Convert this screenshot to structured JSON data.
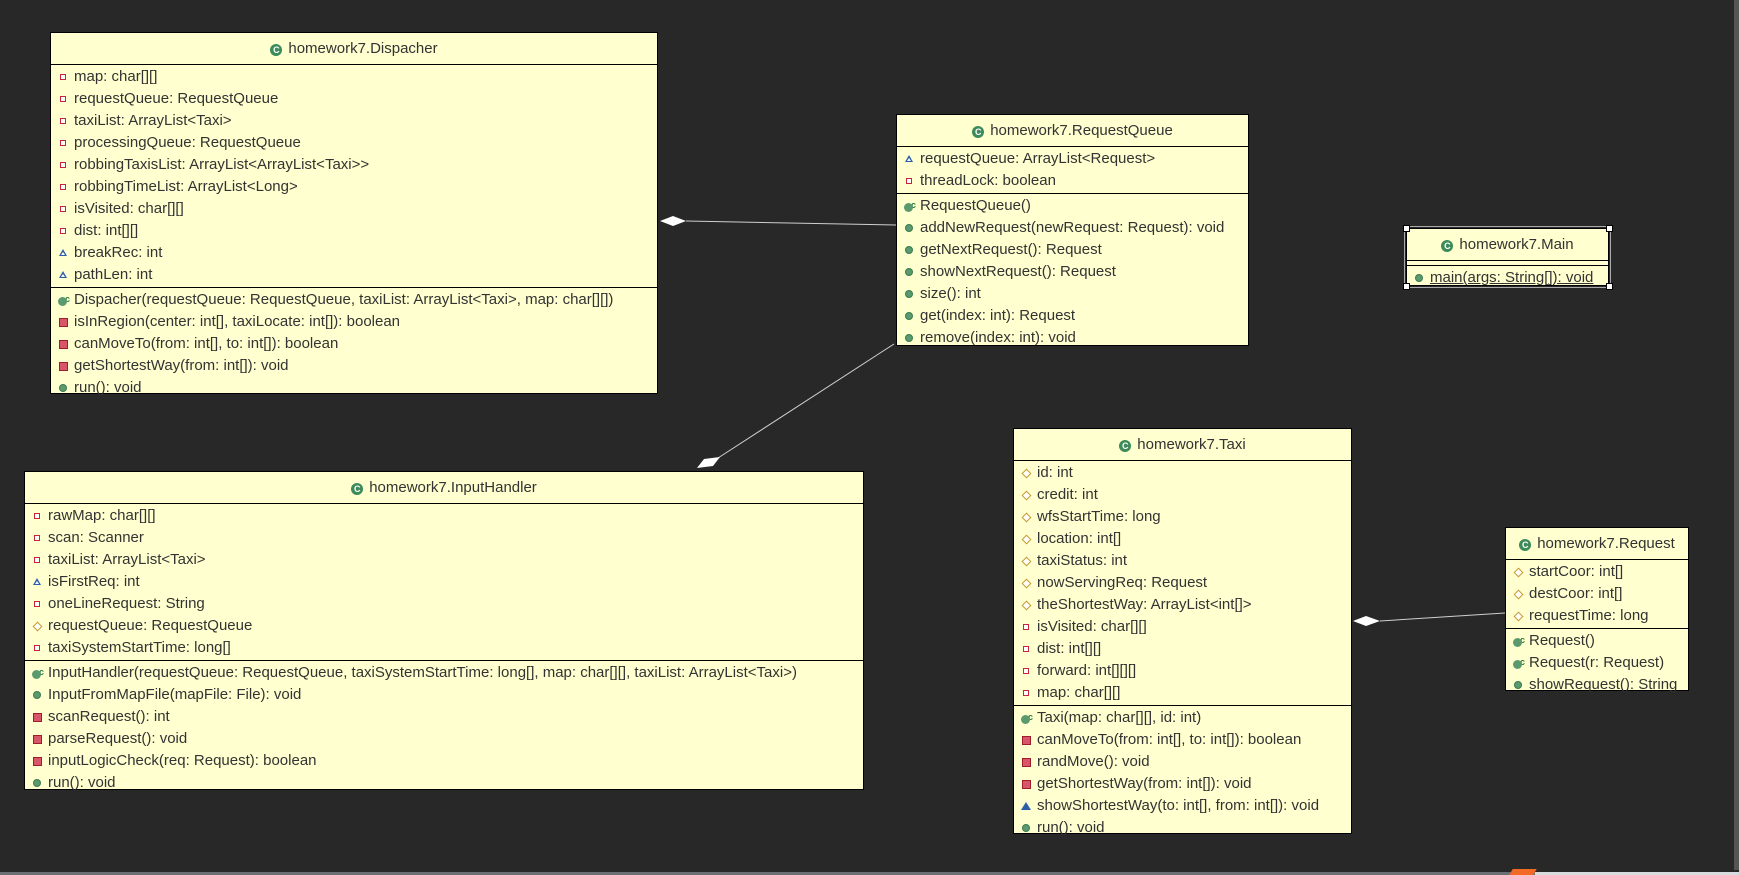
{
  "classes": [
    {
      "id": "c-disp",
      "key": "dispacher",
      "name": "homework7.Dispacher",
      "attributes": [
        {
          "vis": "priv-field",
          "text": "map: char[][]"
        },
        {
          "vis": "priv-field",
          "text": "requestQueue: RequestQueue"
        },
        {
          "vis": "priv-field",
          "text": "taxiList: ArrayList<Taxi>"
        },
        {
          "vis": "priv-field",
          "text": "processingQueue: RequestQueue"
        },
        {
          "vis": "priv-field",
          "text": "robbingTaxisList: ArrayList<ArrayList<Taxi>>"
        },
        {
          "vis": "priv-field",
          "text": "robbingTimeList: ArrayList<Long>"
        },
        {
          "vis": "priv-field",
          "text": "isVisited: char[][]"
        },
        {
          "vis": "priv-field",
          "text": "dist: int[][]"
        },
        {
          "vis": "pkg-field",
          "text": "breakRec: int"
        },
        {
          "vis": "pkg-field",
          "text": "pathLen: int"
        }
      ],
      "methods": [
        {
          "vis": "ctor",
          "text": "Dispacher(requestQueue: RequestQueue, taxiList: ArrayList<Taxi>, map: char[][])"
        },
        {
          "vis": "priv-method",
          "text": "isInRegion(center: int[], taxiLocate: int[]): boolean"
        },
        {
          "vis": "priv-method",
          "text": "canMoveTo(from: int[], to: int[]): boolean"
        },
        {
          "vis": "priv-method",
          "text": "getShortestWay(from: int[]): void"
        },
        {
          "vis": "public",
          "text": "run(): void"
        }
      ]
    },
    {
      "id": "c-rq",
      "key": "request-queue",
      "name": "homework7.RequestQueue",
      "attributes": [
        {
          "vis": "pkg-field",
          "text": "requestQueue: ArrayList<Request>"
        },
        {
          "vis": "priv-field",
          "text": "threadLock: boolean"
        }
      ],
      "methods": [
        {
          "vis": "ctor",
          "text": "RequestQueue()"
        },
        {
          "vis": "public",
          "text": "addNewRequest(newRequest: Request): void"
        },
        {
          "vis": "public",
          "text": "getNextRequest(): Request"
        },
        {
          "vis": "public",
          "text": "showNextRequest(): Request"
        },
        {
          "vis": "public",
          "text": "size(): int"
        },
        {
          "vis": "public",
          "text": "get(index: int): Request"
        },
        {
          "vis": "public",
          "text": "remove(index: int): void"
        }
      ]
    },
    {
      "id": "c-main",
      "key": "main",
      "name": "homework7.Main",
      "selected": true,
      "attributes": [],
      "methods": [
        {
          "vis": "public",
          "text": "main(args: String[]): void",
          "static": true
        }
      ]
    },
    {
      "id": "c-ih",
      "key": "input-handler",
      "name": "homework7.InputHandler",
      "attributes": [
        {
          "vis": "priv-field",
          "text": "rawMap: char[][]"
        },
        {
          "vis": "priv-field",
          "text": "scan: Scanner"
        },
        {
          "vis": "priv-field",
          "text": "taxiList: ArrayList<Taxi>"
        },
        {
          "vis": "pkg-field",
          "text": "isFirstReq: int"
        },
        {
          "vis": "priv-field",
          "text": "oneLineRequest: String"
        },
        {
          "vis": "prot-field",
          "text": "requestQueue: RequestQueue"
        },
        {
          "vis": "priv-field",
          "text": "taxiSystemStartTime: long[]"
        }
      ],
      "methods": [
        {
          "vis": "ctor",
          "text": "InputHandler(requestQueue: RequestQueue, taxiSystemStartTime: long[], map: char[][], taxiList: ArrayList<Taxi>)"
        },
        {
          "vis": "public",
          "text": "InputFromMapFile(mapFile: File): void"
        },
        {
          "vis": "priv-method",
          "text": "scanRequest(): int"
        },
        {
          "vis": "priv-method",
          "text": "parseRequest(): void"
        },
        {
          "vis": "priv-method",
          "text": "inputLogicCheck(req: Request): boolean"
        },
        {
          "vis": "public",
          "text": "run(): void"
        }
      ]
    },
    {
      "id": "c-taxi",
      "key": "taxi",
      "name": "homework7.Taxi",
      "attributes": [
        {
          "vis": "prot-field",
          "text": "id: int"
        },
        {
          "vis": "prot-field",
          "text": "credit: int"
        },
        {
          "vis": "prot-field",
          "text": "wfsStartTime: long"
        },
        {
          "vis": "prot-field",
          "text": "location: int[]"
        },
        {
          "vis": "prot-field",
          "text": "taxiStatus: int"
        },
        {
          "vis": "prot-field",
          "text": "nowServingReq: Request"
        },
        {
          "vis": "prot-field",
          "text": "theShortestWay: ArrayList<int[]>"
        },
        {
          "vis": "priv-field",
          "text": "isVisited: char[][]"
        },
        {
          "vis": "priv-field",
          "text": "dist: int[][]"
        },
        {
          "vis": "priv-field",
          "text": "forward: int[][][]"
        },
        {
          "vis": "priv-field",
          "text": "map: char[][]"
        }
      ],
      "methods": [
        {
          "vis": "ctor",
          "text": "Taxi(map: char[][], id: int)"
        },
        {
          "vis": "priv-method",
          "text": "canMoveTo(from: int[], to: int[]): boolean"
        },
        {
          "vis": "priv-method",
          "text": "randMove(): void"
        },
        {
          "vis": "priv-method",
          "text": "getShortestWay(from: int[]): void"
        },
        {
          "vis": "pkg-method",
          "text": "showShortestWay(to: int[], from: int[]): void"
        },
        {
          "vis": "public",
          "text": "run(): void"
        }
      ]
    },
    {
      "id": "c-req",
      "key": "request",
      "name": "homework7.Request",
      "attributes": [
        {
          "vis": "prot-field",
          "text": "startCoor: int[]"
        },
        {
          "vis": "prot-field",
          "text": "destCoor: int[]"
        },
        {
          "vis": "prot-field",
          "text": "requestTime: long"
        }
      ],
      "methods": [
        {
          "vis": "ctor",
          "text": "Request()"
        },
        {
          "vis": "ctor",
          "text": "Request(r: Request)"
        },
        {
          "vis": "public",
          "text": "showRequest(): String"
        }
      ]
    }
  ],
  "colors": {
    "background": "#282828",
    "class_fill": "#ffffcf",
    "accent": "#f26a25"
  }
}
